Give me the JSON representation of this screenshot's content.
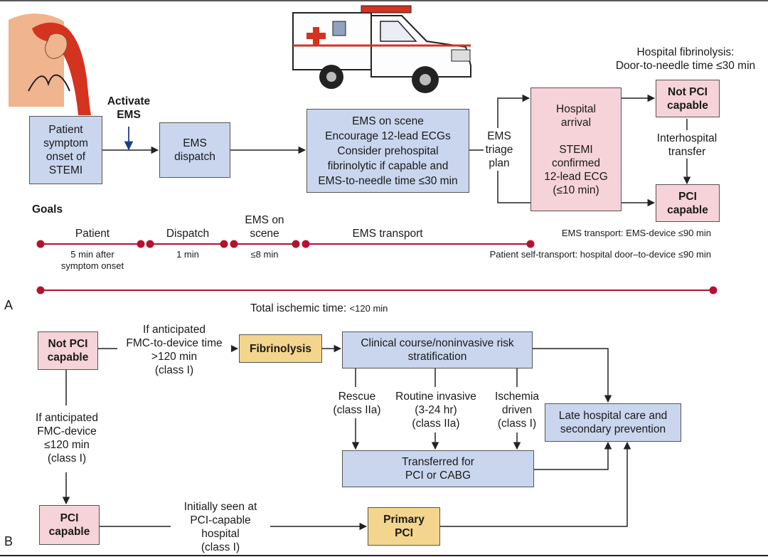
{
  "panel_a": {
    "label": "A",
    "activate_ems": [
      "Activate",
      "EMS"
    ],
    "patient_box": [
      "Patient",
      "symptom",
      "onset of",
      "STEMI"
    ],
    "dispatch_box": [
      "EMS",
      "dispatch"
    ],
    "ems_scene_box": [
      "EMS on scene",
      "Encourage 12-lead ECGs",
      "Consider prehospital",
      "fibrinolytic if capable and",
      "EMS-to-needle time ≤30 min"
    ],
    "triage": [
      "EMS",
      "triage",
      "plan"
    ],
    "hospital_box": [
      "Hospital",
      "arrival",
      "",
      "STEMI",
      "confirmed",
      "12-lead ECG",
      "(≤10 min)"
    ],
    "fibrinolysis_note": [
      "Hospital fibrinolysis:",
      "Door-to-needle time ≤30 min"
    ],
    "not_pci": [
      "Not PCI",
      "capable"
    ],
    "interhospital": [
      "Interhospital",
      "transfer"
    ],
    "pci_capable": [
      "PCI",
      "capable"
    ],
    "goals_title": "Goals",
    "timeline": {
      "patient": "Patient",
      "patient_sub": [
        "5 min after",
        "symptom onset"
      ],
      "dispatch": "Dispatch",
      "dispatch_sub": "1 min",
      "scene": [
        "EMS on",
        "scene"
      ],
      "scene_sub": "≤8 min",
      "transport": "EMS transport",
      "ems_device": "EMS transport: EMS-device ≤90 min",
      "self_transport": "Patient self-transport: hospital door–to-device ≤90 min"
    },
    "total_label": "Total ischemic time:",
    "total_value": "<120 min"
  },
  "panel_b": {
    "label": "B",
    "not_pci": [
      "Not PCI",
      "capable"
    ],
    "anticipated_gt": [
      "If anticipated",
      "FMC-to-device time",
      ">120 min",
      "(class I)"
    ],
    "fibrinolysis": "Fibrinolysis",
    "clinical_course": [
      "Clinical course/noninvasive risk",
      "stratification"
    ],
    "rescue": [
      "Rescue",
      "(class IIa)"
    ],
    "routine": [
      "Routine invasive",
      "(3-24 hr)",
      "(class IIa)"
    ],
    "ischemia": [
      "Ischemia",
      "driven",
      "(class I)"
    ],
    "late_care": [
      "Late hospital care and",
      "secondary prevention"
    ],
    "transferred": [
      "Transferred for",
      "PCI or CABG"
    ],
    "anticipated_le": [
      "If anticipated",
      "FMC-device",
      "≤120 min",
      "(class I)"
    ],
    "pci_capable": [
      "PCI",
      "capable"
    ],
    "initially_seen": [
      "Initially seen at",
      "PCI-capable",
      "hospital",
      "(class I)"
    ],
    "primary_pci": [
      "Primary",
      "PCI"
    ]
  },
  "colors": {
    "box_blue": "#c9d6ee",
    "box_pink": "#f6d3d8",
    "box_tan": "#f3d58d",
    "timeline_red": "#b5122f",
    "shirt_red": "#d4331f",
    "skin": "#f0b48e",
    "activate_arrow": "#1f3d8a"
  },
  "illustrations": [
    "patient-chest-pain-illustration",
    "ambulance-illustration"
  ]
}
